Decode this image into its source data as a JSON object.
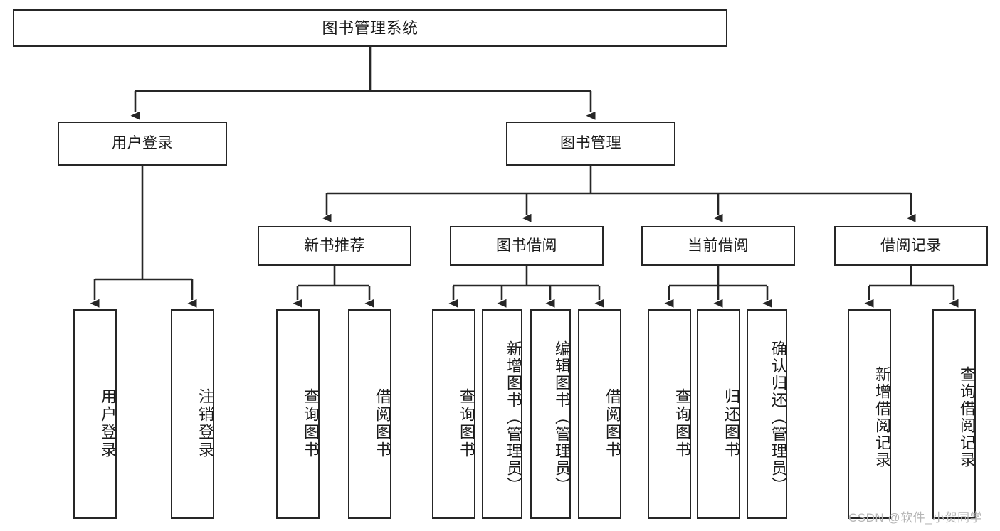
{
  "diagram": {
    "title": "图书管理系统",
    "type": "tree-hierarchy-diagram",
    "colors": {
      "node_border": "#262626",
      "node_fill": "#ffffff",
      "edge": "#262626",
      "background": "#ffffff",
      "watermark": "#b6b6b6"
    },
    "root": {
      "label": "图书管理系统"
    },
    "level2": [
      {
        "label": "用户登录"
      },
      {
        "label": "图书管理"
      }
    ],
    "level3": [
      {
        "label": "新书推荐"
      },
      {
        "label": "图书借阅"
      },
      {
        "label": "当前借阅"
      },
      {
        "label": "借阅记录"
      }
    ],
    "leaves": {
      "user_login": [
        {
          "label": "用户登录"
        },
        {
          "label": "注销登录"
        }
      ],
      "new_book_recommend": [
        {
          "label": "查询图书"
        },
        {
          "label": "借阅图书"
        }
      ],
      "book_borrow": [
        {
          "label": "查询图书"
        },
        {
          "label": "新增图书（管理员）"
        },
        {
          "label": "编辑图书（管理员）"
        },
        {
          "label": "借阅图书"
        }
      ],
      "current_borrow": [
        {
          "label": "查询图书"
        },
        {
          "label": "归还图书"
        },
        {
          "label": "确认归还（管理员）"
        }
      ],
      "borrow_record": [
        {
          "label": "新增借阅记录"
        },
        {
          "label": "查询借阅记录"
        }
      ]
    }
  },
  "watermark": {
    "text": "CSDN @软件_小贺同学"
  }
}
